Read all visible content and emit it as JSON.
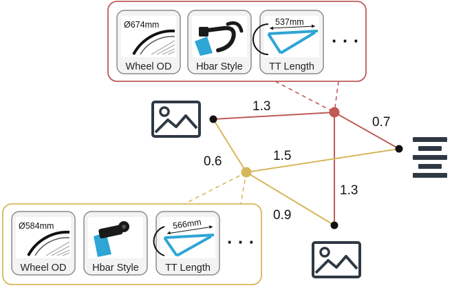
{
  "colors": {
    "red": "#bf5a57",
    "yellow": "#d7b65a",
    "icon_dark": "#2f3944",
    "bike_blue": "#2ea5d4",
    "card_border": "#8a8a8a",
    "card_fill": "#f3f3f3"
  },
  "icons": {
    "image_top": "image-icon",
    "image_bottom": "image-icon",
    "text": "text-align-icon"
  },
  "edges": {
    "top_image_to_red": "1.3",
    "red_to_text": "0.7",
    "red_to_bottom_image": "1.3",
    "top_image_to_yellow": "0.6",
    "yellow_to_text": "1.5",
    "yellow_to_bottom_image": "0.9"
  },
  "top_group": {
    "cards": [
      {
        "label": "Wheel OD",
        "measure": "Ø674mm",
        "kind": "wheel"
      },
      {
        "label": "Hbar Style",
        "kind": "handlebar"
      },
      {
        "label": "TT Length",
        "measure": "537mm",
        "kind": "frame"
      }
    ],
    "more": "· · ·"
  },
  "bottom_group": {
    "cards": [
      {
        "label": "Wheel OD",
        "measure": "Ø584mm",
        "kind": "wheel"
      },
      {
        "label": "Hbar Style",
        "kind": "handlebar"
      },
      {
        "label": "TT Length",
        "measure": "566mm",
        "kind": "frame"
      }
    ],
    "more": "· · ·"
  }
}
